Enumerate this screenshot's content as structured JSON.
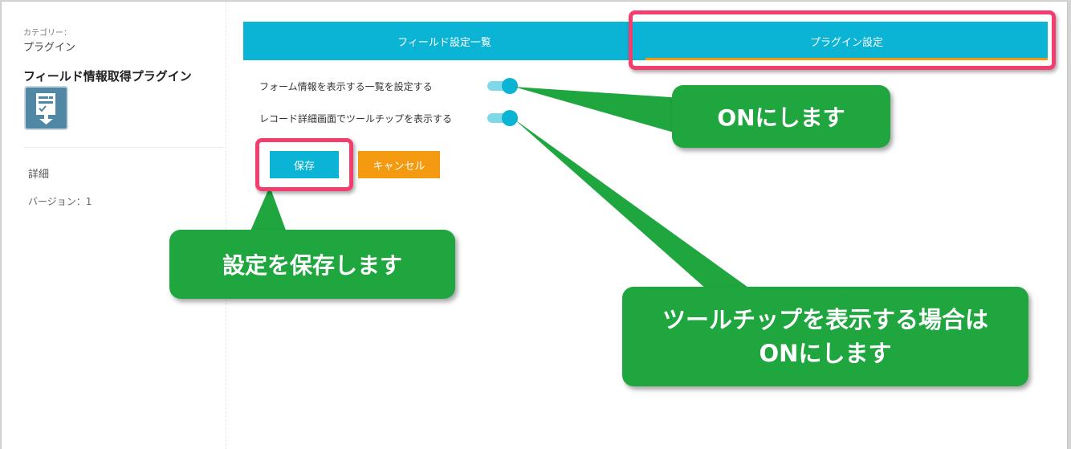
{
  "sidebar": {
    "category_label": "カテゴリー：",
    "category_value": "プラグイン",
    "plugin_name": "フィールド情報取得プラグイン",
    "detail_label": "詳細",
    "version_label": "バージョン：1"
  },
  "tabs": [
    {
      "label": "フィールド設定一覧",
      "active": false
    },
    {
      "label": "プラグイン設定",
      "active": true
    }
  ],
  "settings": [
    {
      "label": "フォーム情報を表示する一覧を設定する",
      "enabled": true
    },
    {
      "label": "レコード詳細画面でツールチップを表示する",
      "enabled": true
    }
  ],
  "buttons": {
    "save_label": "保存",
    "cancel_label": "キャンセル"
  },
  "callouts": {
    "toggle_on": "ONにします",
    "save": "設定を保存します",
    "tooltip_line1": "ツールチップを表示する場合は",
    "tooltip_line2": "ONにします"
  },
  "colors": {
    "accent": "#0bb4d4",
    "cancel": "#f39a10",
    "highlight": "#f23d6e",
    "callout": "#1fa63f"
  }
}
